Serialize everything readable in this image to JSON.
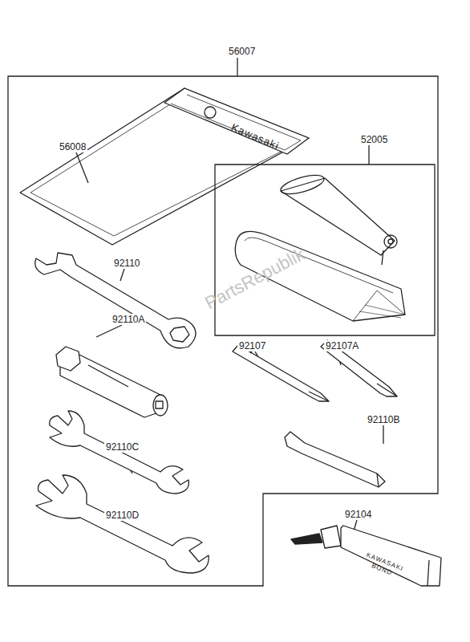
{
  "diagram": {
    "nodes": [
      {
        "text": [
          "56007"
        ]
      },
      {
        "text": [
          "52005"
        ],
        "in": 0
      }
    ],
    "labels": [
      "56008",
      "92110",
      "92110A",
      "92107",
      "92107A",
      "92110B",
      "92110C",
      "92110D",
      "92104",
      "Kawasaki",
      "KAWASAKI BOND",
      "PartsRepublik"
    ]
  }
}
